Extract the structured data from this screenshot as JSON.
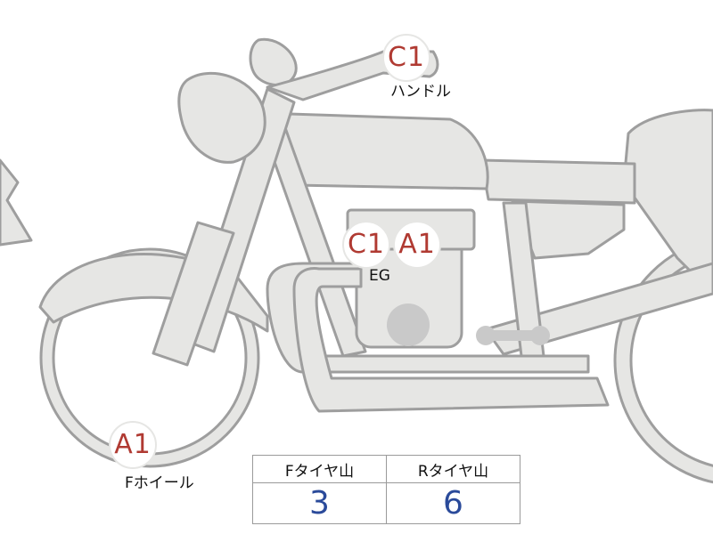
{
  "colors": {
    "fill": "#e6e6e4",
    "outline": "#9e9e9e",
    "grade_text": "#b03a32",
    "value_text": "#2a4a9a",
    "engine_knob": "#c9c9c9"
  },
  "inspection_marks": [
    {
      "id": "handle",
      "grade": "C1",
      "label": "ハンドル"
    },
    {
      "id": "engine",
      "grades": [
        "C1",
        "A1"
      ],
      "label": "EG"
    },
    {
      "id": "front-wheel",
      "grade": "A1",
      "label": "Fホイール"
    }
  ],
  "tread_table": {
    "headers": [
      "Fタイヤ山",
      "Rタイヤ山"
    ],
    "values": [
      "3",
      "6"
    ]
  }
}
